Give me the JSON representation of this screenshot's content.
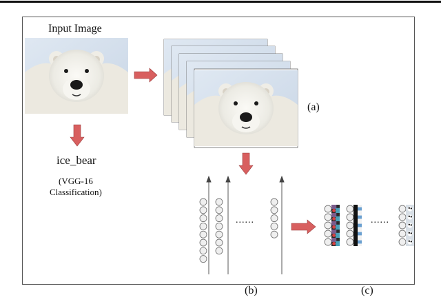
{
  "labels": {
    "input_image": "Input Image",
    "prediction": "ice_bear",
    "classifier_line1": "(VGG-16",
    "classifier_line2": "Classification)",
    "label_a": "(a)",
    "label_b": "(b)",
    "label_c": "(c)",
    "ellipsis": "......"
  },
  "colors": {
    "arrow": "#d85f5f",
    "arrow_stroke": "#9a3d3d",
    "neuron_fill": "#efefef",
    "neuron_stroke": "#777777",
    "frame": "#555555"
  },
  "network": {
    "layer_neuron_counts": [
      8,
      7,
      5
    ]
  },
  "feature_maps": {
    "column_tile_counts": [
      5,
      5,
      5
    ]
  }
}
